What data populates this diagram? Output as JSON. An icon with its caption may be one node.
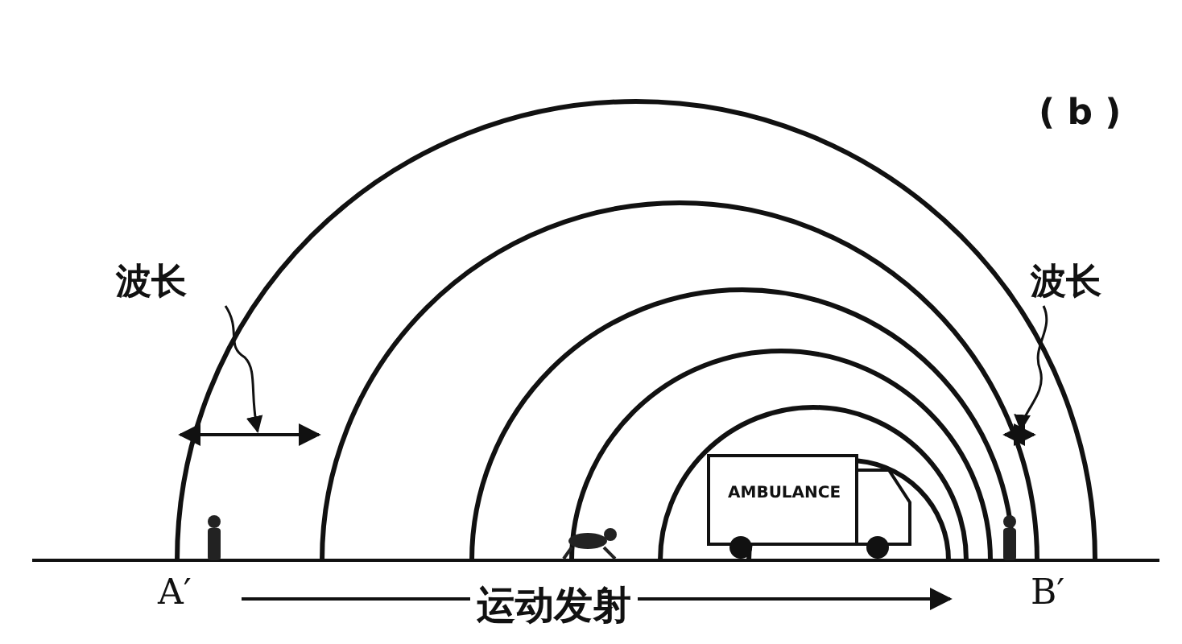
{
  "diagram": {
    "nodes": [
      {
        "text": [
          "波长"
        ]
      },
      {
        "text": [
          "波长"
        ]
      }
    ],
    "edges": [
      {
        "from": 0,
        "to": null,
        "arrow": "to"
      },
      {
        "from": 1,
        "to": null,
        "arrow": "to"
      }
    ],
    "labels": [
      "( b )",
      "AMBULANCE",
      "A′",
      "运动发射",
      "B′"
    ]
  }
}
